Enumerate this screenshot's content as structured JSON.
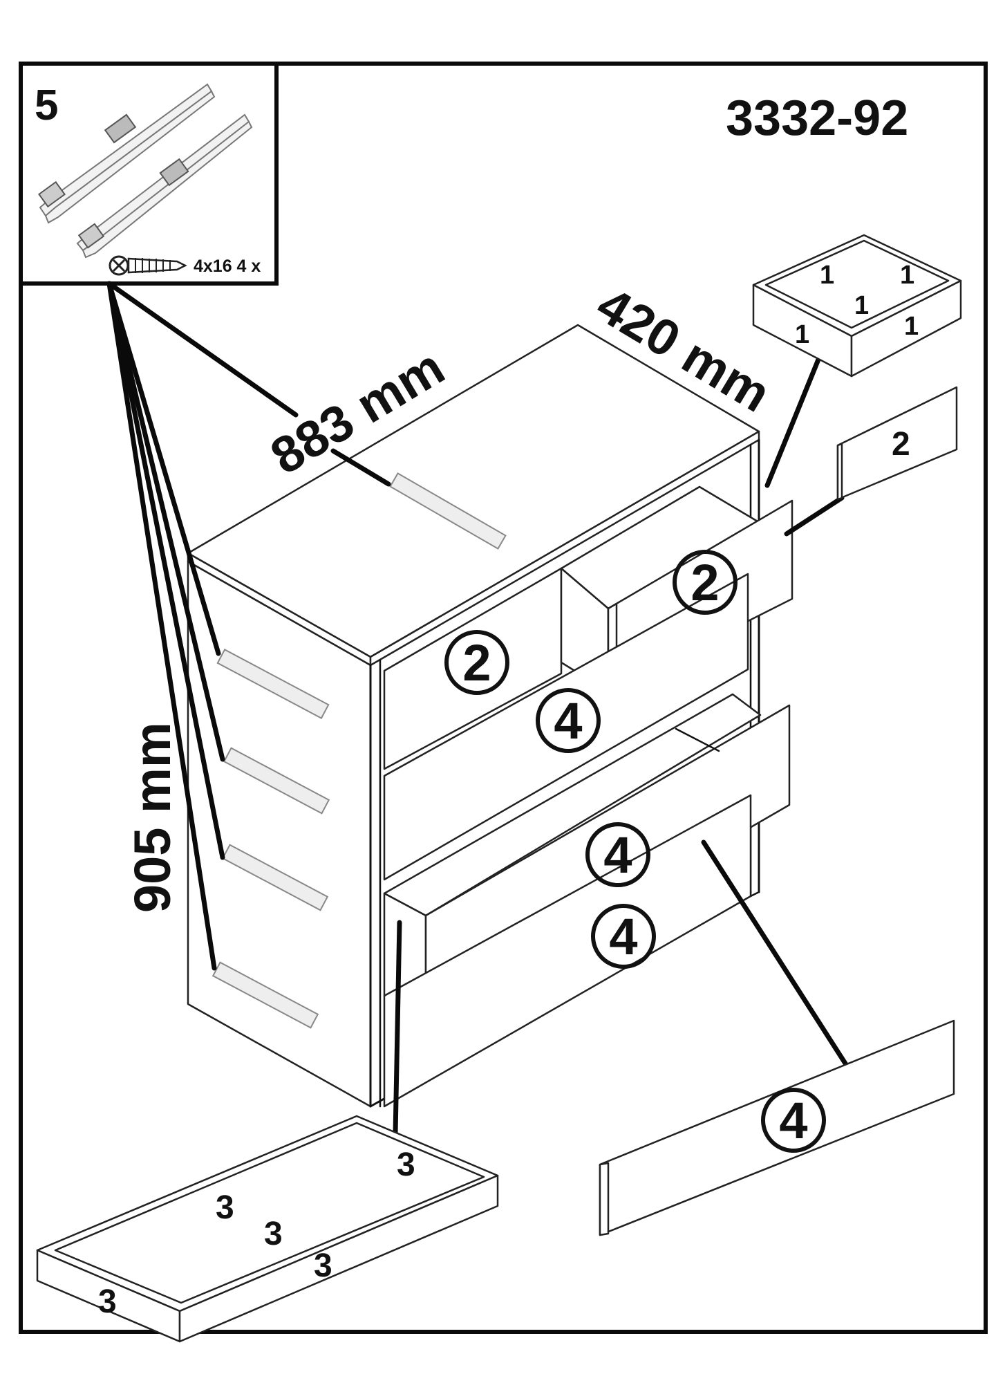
{
  "step": {
    "number": "5"
  },
  "model": {
    "code": "3332-92"
  },
  "hardware": {
    "screw_spec": "4x16 4 x",
    "icon": "screw-icon",
    "rail_icon": "drawer-rail-icon"
  },
  "dimensions": {
    "width": "883 mm",
    "depth": "420 mm",
    "height": "905 mm"
  },
  "parts": {
    "part1": "1",
    "part2": "2",
    "part3": "3",
    "part4": "4"
  }
}
